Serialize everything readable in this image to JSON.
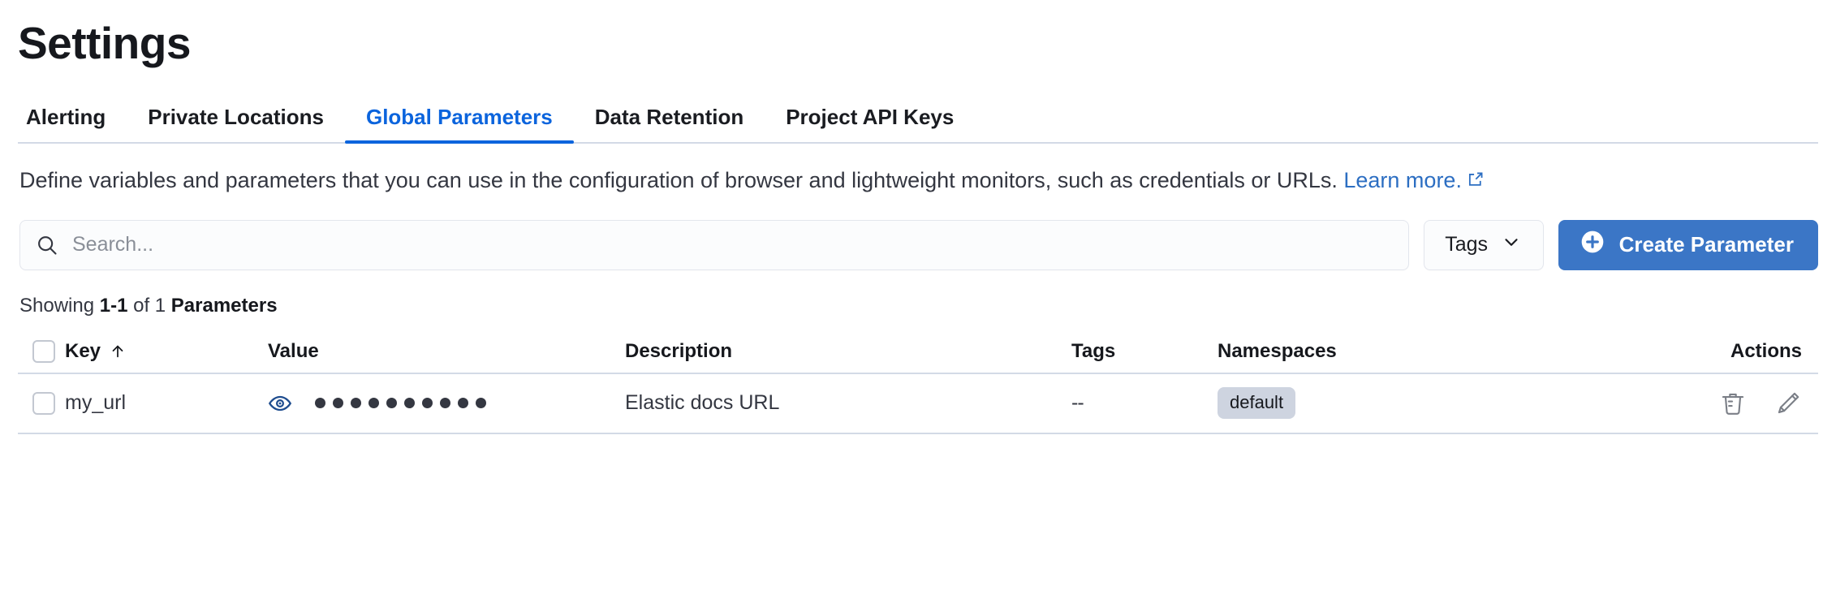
{
  "page": {
    "title": "Settings"
  },
  "tabs": [
    {
      "label": "Alerting",
      "active": false
    },
    {
      "label": "Private Locations",
      "active": false
    },
    {
      "label": "Global Parameters",
      "active": true
    },
    {
      "label": "Data Retention",
      "active": false
    },
    {
      "label": "Project API Keys",
      "active": false
    }
  ],
  "description": {
    "text": "Define variables and parameters that you can use in the configuration of browser and lightweight monitors, such as credentials or URLs. ",
    "link_label": "Learn more.",
    "external_icon": "external-link-icon"
  },
  "controls": {
    "search": {
      "icon": "search-icon",
      "placeholder": "Search...",
      "value": ""
    },
    "tags_filter": {
      "label": "Tags",
      "icon": "chevron-down-icon"
    },
    "create_button": {
      "label": "Create Parameter",
      "icon": "plus-circle-icon"
    }
  },
  "results": {
    "prefix": "Showing ",
    "range": "1-1",
    "middle": " of 1 ",
    "noun": "Parameters"
  },
  "table": {
    "columns": {
      "key": "Key",
      "value": "Value",
      "description": "Description",
      "tags": "Tags",
      "namespaces": "Namespaces",
      "actions": "Actions"
    },
    "sort": {
      "column": "key",
      "direction": "asc",
      "icon": "arrow-up-icon"
    },
    "rows": [
      {
        "key": "my_url",
        "value_masked": "••••••••••",
        "value_dot_count": 10,
        "value_toggle_icon": "eye-icon",
        "description": "Elastic docs URL",
        "tags": "--",
        "namespaces": [
          "default"
        ],
        "actions": [
          "trash-icon",
          "pencil-icon"
        ]
      }
    ]
  },
  "colors": {
    "accent_blue": "#0b64dd",
    "link_blue": "#2c6ec2",
    "button_blue": "#3b76c6",
    "eye_icon_blue": "#1f4d8f",
    "badge_bg": "#ced4e0",
    "border": "#d3dae6",
    "text": "#343741"
  }
}
